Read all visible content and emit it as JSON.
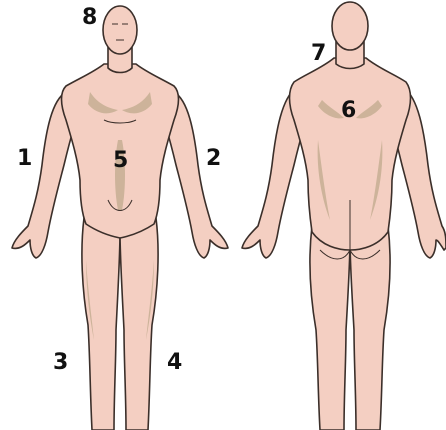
{
  "colors": {
    "skin": "#f4cfc2",
    "shadow": "#cdb39a",
    "outline": "#3b2f2a",
    "label": "#111111"
  },
  "figures": [
    {
      "view": "front"
    },
    {
      "view": "back"
    }
  ],
  "labels": {
    "r1": "1",
    "r2": "2",
    "r3": "3",
    "r4": "4",
    "r5": "5",
    "r6": "6",
    "r7": "7",
    "r8": "8"
  }
}
